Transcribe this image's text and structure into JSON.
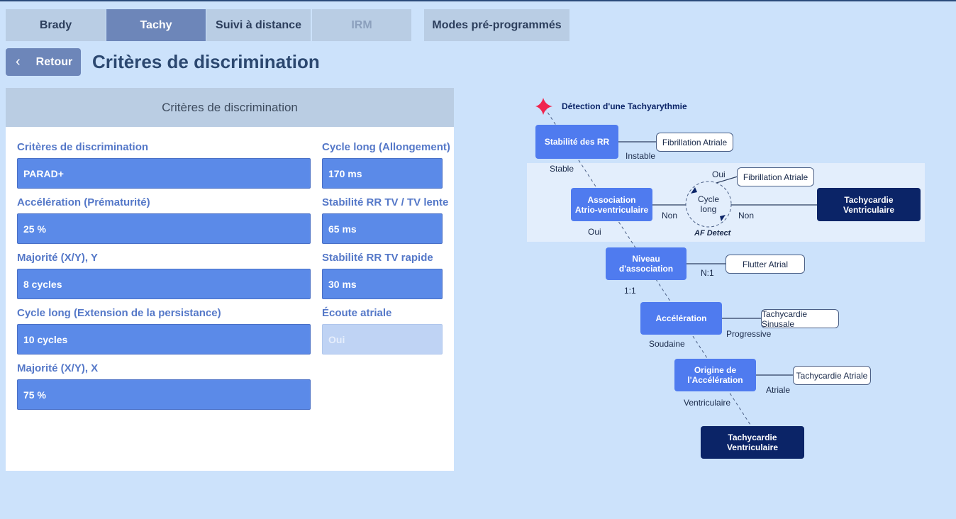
{
  "tabs": [
    "Brady",
    "Tachy",
    "Suivi à distance",
    "IRM",
    "Modes pré-programmés"
  ],
  "back_label": "Retour",
  "page_title": "Critères de discrimination",
  "panel": {
    "header": "Critères de discrimination",
    "left": [
      {
        "label": "Critères de discrimination",
        "value": "PARAD+"
      },
      {
        "label": "Accélération (Prématurité)",
        "value": "25  %"
      },
      {
        "label": "Majorité (X/Y), Y",
        "value": "8  cycles"
      },
      {
        "label": "Cycle long (Extension de la persistance)",
        "value": "10  cycles"
      },
      {
        "label": "Majorité (X/Y), X",
        "value": "75  %"
      }
    ],
    "right": [
      {
        "label": "Cycle long (Allongement)",
        "value": "170  ms"
      },
      {
        "label": "Stabilité RR TV / TV lente",
        "value": "65  ms"
      },
      {
        "label": "Stabilité RR TV rapide",
        "value": "30  ms"
      },
      {
        "label": "Écoute atriale",
        "value": "Oui"
      }
    ]
  },
  "diagram": {
    "start": "Détection d'une Tachyarythmie",
    "stab": "Stabilité des RR",
    "fa1": "Fibrillation Atriale",
    "instable": "Instable",
    "stable": "Stable",
    "assoc": "Association\nAtrio-ventriculaire",
    "cycle": "Cycle\nlong",
    "oui1": "Oui",
    "fa2": "Fibrillation Atriale",
    "non1": "Non",
    "non2": "Non",
    "tv1": "Tachycardie\nVentriculaire",
    "afdetect": "AF Detect",
    "oui2": "Oui",
    "niveau": "Niveau\nd'association",
    "flutter": "Flutter Atrial",
    "n1": "N:1",
    "r11": "1:1",
    "accel": "Accélération",
    "ts": "Tachycardie Sinusale",
    "progressive": "Progressive",
    "soudaine": "Soudaine",
    "origine": "Origine de\nl'Accélération",
    "ta": "Tachycardie Atriale",
    "atriale": "Atriale",
    "ventriculaire": "Ventriculaire",
    "tv2": "Tachycardie\nVentriculaire"
  }
}
